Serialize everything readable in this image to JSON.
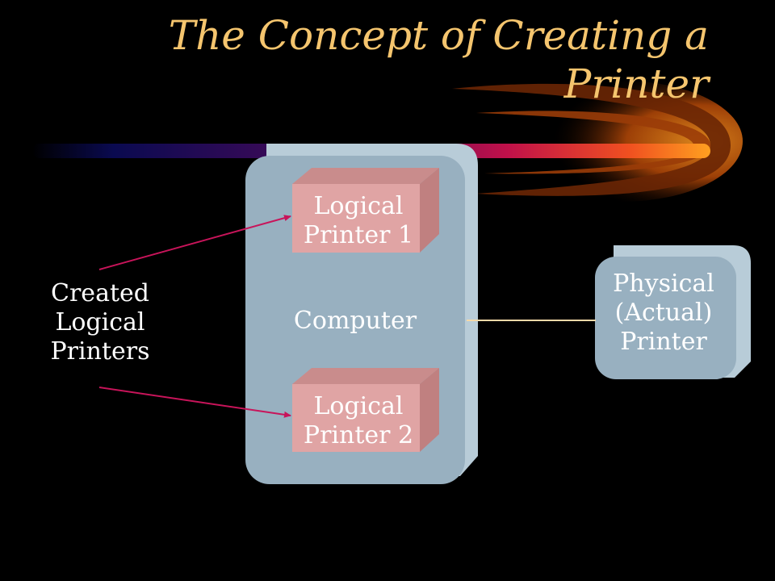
{
  "slide": {
    "title": "The Concept of Creating a Printer",
    "computer_label": "Computer",
    "logical_printer_1": [
      "Logical",
      "Printer 1"
    ],
    "logical_printer_2": [
      "Logical",
      "Printer 2"
    ],
    "physical_printer": [
      "Physical",
      "(Actual)",
      "Printer"
    ],
    "created_label": [
      "Created",
      "Logical",
      "Printers"
    ]
  },
  "colors": {
    "background": "#000000",
    "title": "#F5C56E",
    "computer_box": "#98B0C0",
    "printer_box": "#E0A4A4",
    "arrow": "#C8145A",
    "connector": "#F5D9A8"
  }
}
